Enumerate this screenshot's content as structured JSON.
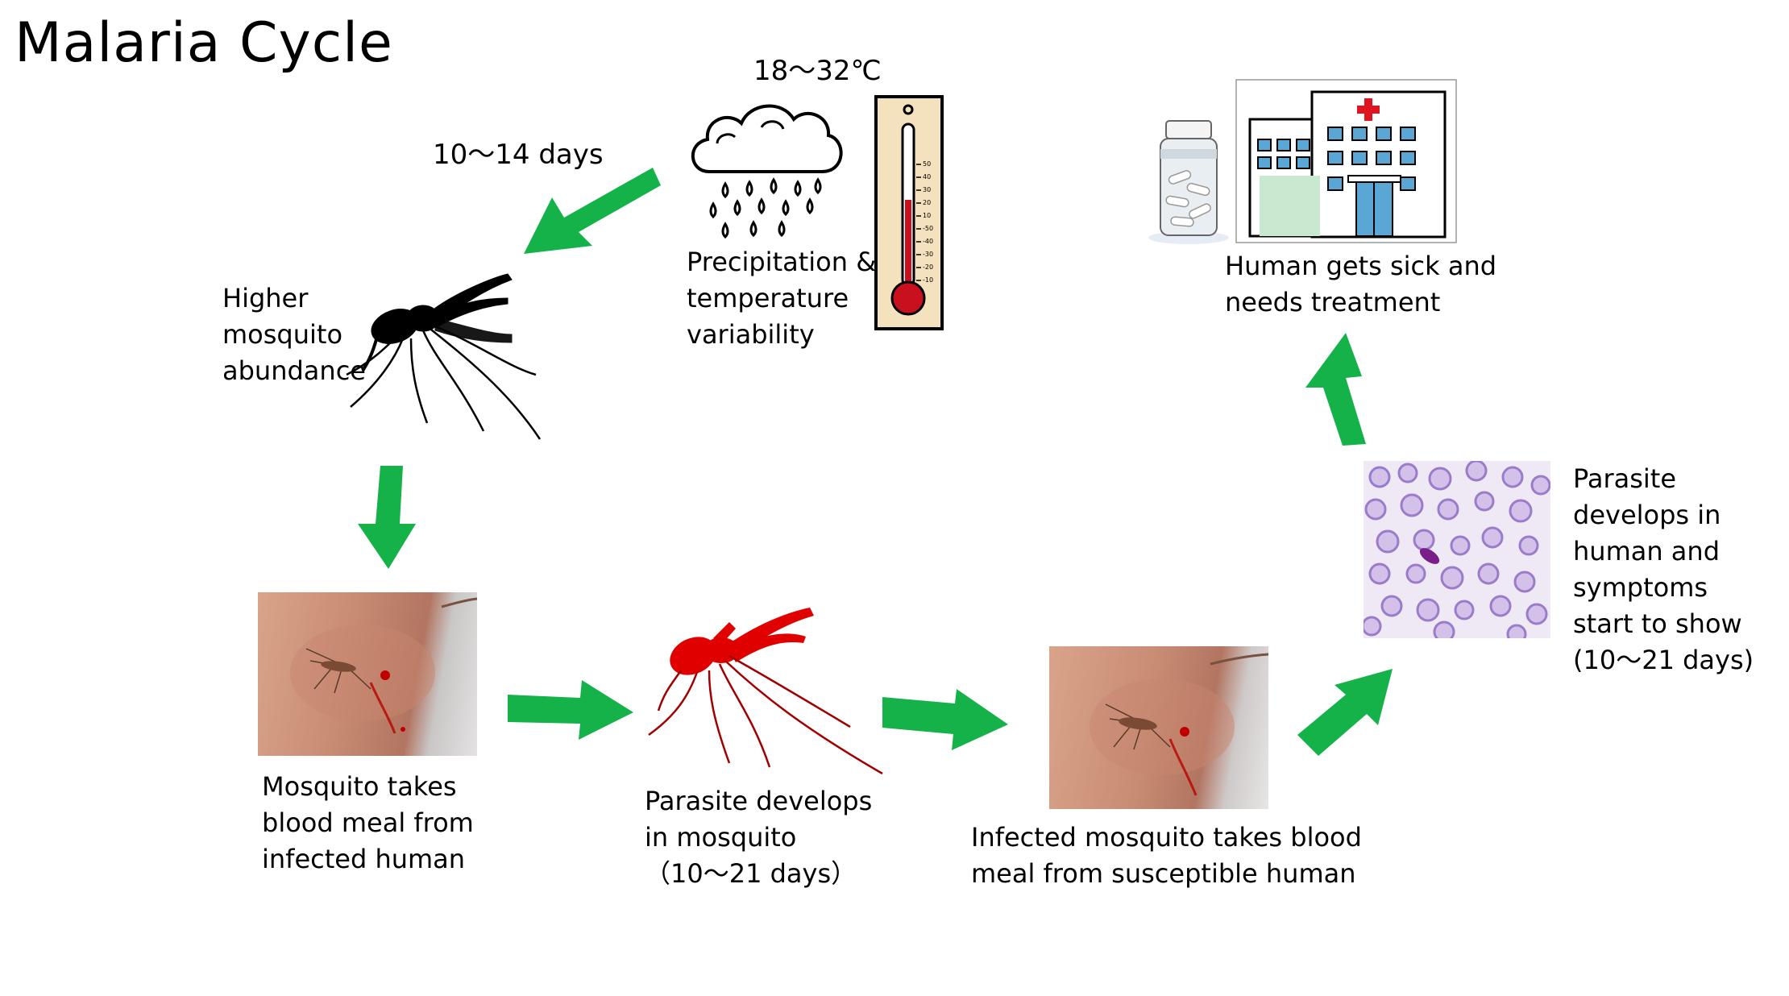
{
  "title": "Malaria Cycle",
  "temperature_label": "18～32℃",
  "days_label_top": "10～14 days",
  "climate_label": [
    "Precipitation &",
    "temperature",
    "variability"
  ],
  "mosquito_label": [
    "Higher",
    "mosquito",
    "abundance"
  ],
  "treatment_label": [
    "Human gets sick and",
    "needs treatment"
  ],
  "bite_infected_label": [
    "Mosquito takes",
    "blood meal from",
    "infected human"
  ],
  "parasite_mosquito_label": [
    "Parasite develops",
    "in mosquito",
    "（10～21 days）"
  ],
  "bite_susceptible_label": [
    "Infected mosquito takes blood",
    "meal from susceptible human"
  ],
  "parasite_human_label": [
    "Parasite",
    "develops in",
    "human and",
    "symptoms",
    "start to show",
    "(10～21 days)"
  ],
  "thermometer_scale": [
    "50",
    "40",
    "30",
    "20",
    "10",
    "-50",
    "-40",
    "-30",
    "-20",
    "-10"
  ],
  "colors": {
    "arrow": "#15b24a",
    "mosquito_infected": "#e00000",
    "mosquito_normal": "#000000",
    "hospital_cross": "#e0141e",
    "blood_cell": "#c9b3e6",
    "parasite": "#7a1f8a"
  },
  "icons": [
    "rain-cloud-icon",
    "thermometer-icon",
    "medicine-bottle-icon",
    "hospital-icon",
    "mosquito-icon",
    "infected-mosquito-icon",
    "blood-smear-icon"
  ]
}
